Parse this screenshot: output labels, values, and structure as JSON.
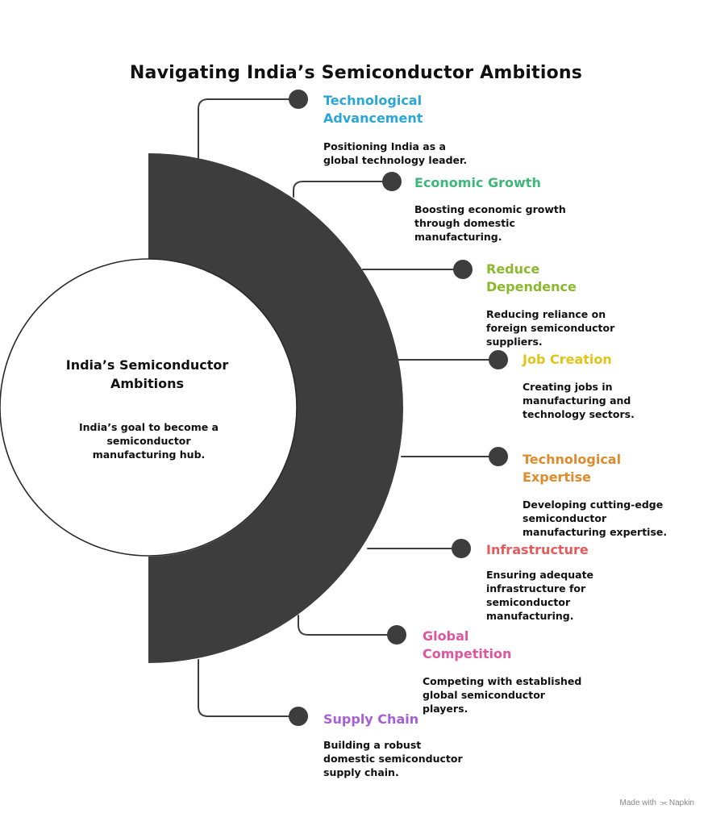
{
  "title": "Navigating India’s Semiconductor Ambitions",
  "center": {
    "title": "India’s Semiconductor Ambitions",
    "description": "India’s goal to become a semiconductor manufacturing hub."
  },
  "items": [
    {
      "title": "Technological Advancement",
      "description": "Positioning India as a global technology leader.",
      "color": "#2aa6d9"
    },
    {
      "title": "Economic Growth",
      "description": "Boosting economic growth through domestic manufacturing.",
      "color": "#3cb878"
    },
    {
      "title": "Reduce Dependence",
      "description": "Reducing reliance on foreign semiconductor suppliers.",
      "color": "#8ab92d"
    },
    {
      "title": "Job Creation",
      "description": "Creating jobs in manufacturing and technology sectors.",
      "color": "#e0c419"
    },
    {
      "title": "Technological Expertise",
      "description": "Developing cutting-edge semiconductor manufacturing expertise.",
      "color": "#e08a2c"
    },
    {
      "title": "Infrastructure",
      "description": "Ensuring adequate infrastructure for semiconductor manufacturing.",
      "color": "#e55a5a"
    },
    {
      "title": "Global Competition",
      "description": "Competing with established global semiconductor players.",
      "color": "#e0569e"
    },
    {
      "title": "Supply Chain",
      "description": "Building a robust domestic semiconductor supply chain.",
      "color": "#a75fd6"
    }
  ],
  "footer": {
    "made_with": "Made with",
    "brand": "Napkin",
    "brand_icon": "napkin-logo-icon"
  },
  "colors": {
    "arc": "#3d3d3d",
    "node": "#3d3d3d",
    "connector": "#3d3d3d"
  }
}
